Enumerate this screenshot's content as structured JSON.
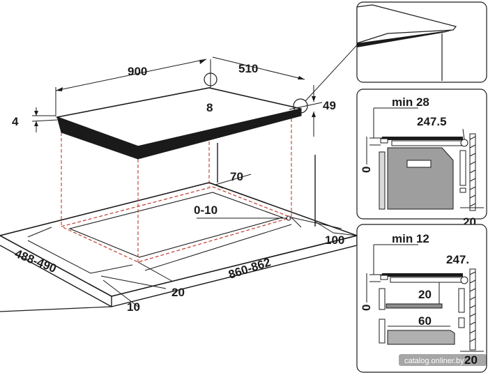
{
  "main_view": {
    "width": "900",
    "depth": "510",
    "thickness": "4",
    "corner_detail": "49",
    "center": "8",
    "cutout_offset": "70",
    "edge_tolerance": "0-10",
    "clearance_right": "100",
    "cutout_depth": "488-490",
    "cutout_width": "860-862",
    "front_gap": "20",
    "front_margin": "10"
  },
  "panel_oven": {
    "min_label": "min 28",
    "height_label": "247.5",
    "zero_label": "0",
    "wall_label": "20"
  },
  "panel_drawer": {
    "min_label": "min 12",
    "height_label": "247.",
    "gap_label": "20",
    "drawer_label": "60",
    "zero_label": "0",
    "wall_label": "20"
  },
  "watermark": "catalog.onliner.by"
}
